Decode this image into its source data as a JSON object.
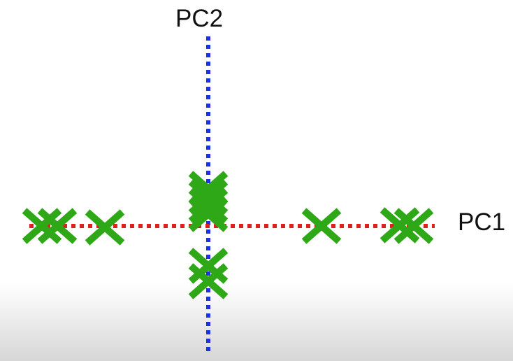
{
  "axes": {
    "pc1_label": "PC1",
    "pc2_label": "PC2",
    "pc1_color": "#dd1f1f",
    "pc2_color": "#1f2fe8"
  },
  "markers": {
    "shape": "x-cross",
    "color": "#2ea816"
  }
}
